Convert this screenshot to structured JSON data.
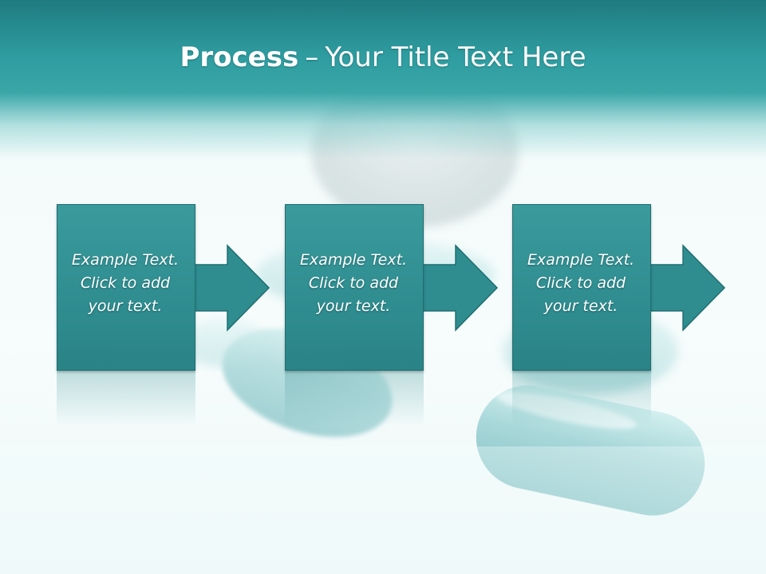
{
  "slide": {
    "title_bold": "Process",
    "title_separator": "–",
    "title_rest": "Your Title Text Here"
  },
  "steps": [
    {
      "line1": "Example Text.",
      "line2": "Click  to add",
      "line3": "your text."
    },
    {
      "line1": "Example Text.",
      "line2": "Click  to add",
      "line3": "your text."
    },
    {
      "line1": "Example Text.",
      "line2": "Click  to add",
      "line3": "your text."
    }
  ],
  "colors": {
    "band": "#2e9ca0",
    "box": "#2f8d90",
    "text": "#ffffff"
  }
}
